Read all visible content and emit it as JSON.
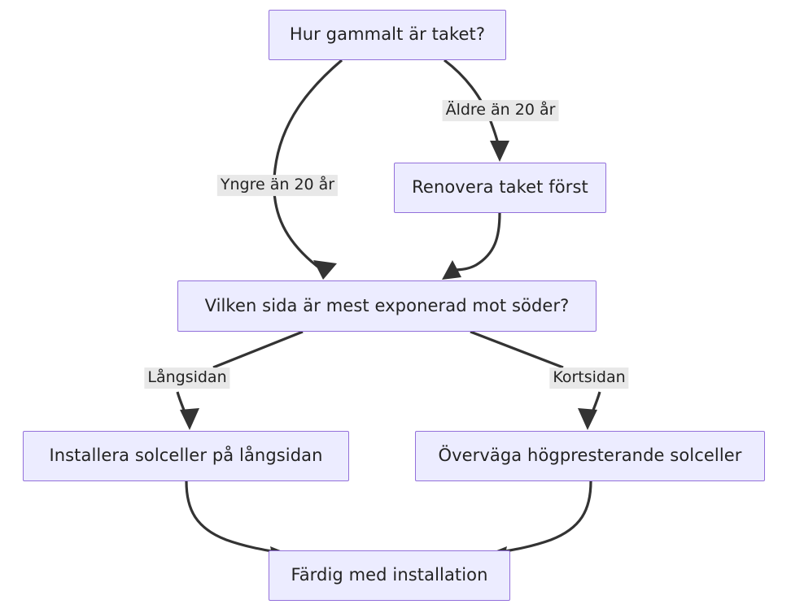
{
  "diagram": {
    "type": "flowchart",
    "direction": "top-down",
    "language": "sv",
    "colors": {
      "node_fill": "#ececff",
      "node_border": "#9370db",
      "edge_stroke": "#333333",
      "label_background": "#e8e8e8",
      "text": "#232323",
      "canvas": "#ffffff"
    },
    "nodes": [
      {
        "id": "n1",
        "label": "Hur gammalt är taket?"
      },
      {
        "id": "n2",
        "label": "Renovera taket först"
      },
      {
        "id": "n3",
        "label": "Vilken sida är mest exponerad mot söder?"
      },
      {
        "id": "n4",
        "label": "Installera solceller på långsidan"
      },
      {
        "id": "n5",
        "label": "Överväga högpresterande solceller"
      },
      {
        "id": "n6",
        "label": "Färdig med installation"
      }
    ],
    "edges": [
      {
        "id": "e1",
        "from": "n1",
        "to": "n2",
        "label": "Äldre än 20 år"
      },
      {
        "id": "e2",
        "from": "n1",
        "to": "n3",
        "label": "Yngre än 20 år"
      },
      {
        "id": "e3",
        "from": "n2",
        "to": "n3",
        "label": ""
      },
      {
        "id": "e4",
        "from": "n3",
        "to": "n4",
        "label": "Långsidan"
      },
      {
        "id": "e5",
        "from": "n3",
        "to": "n5",
        "label": "Kortsidan"
      },
      {
        "id": "e6",
        "from": "n4",
        "to": "n6",
        "label": ""
      },
      {
        "id": "e7",
        "from": "n5",
        "to": "n6",
        "label": ""
      }
    ]
  }
}
